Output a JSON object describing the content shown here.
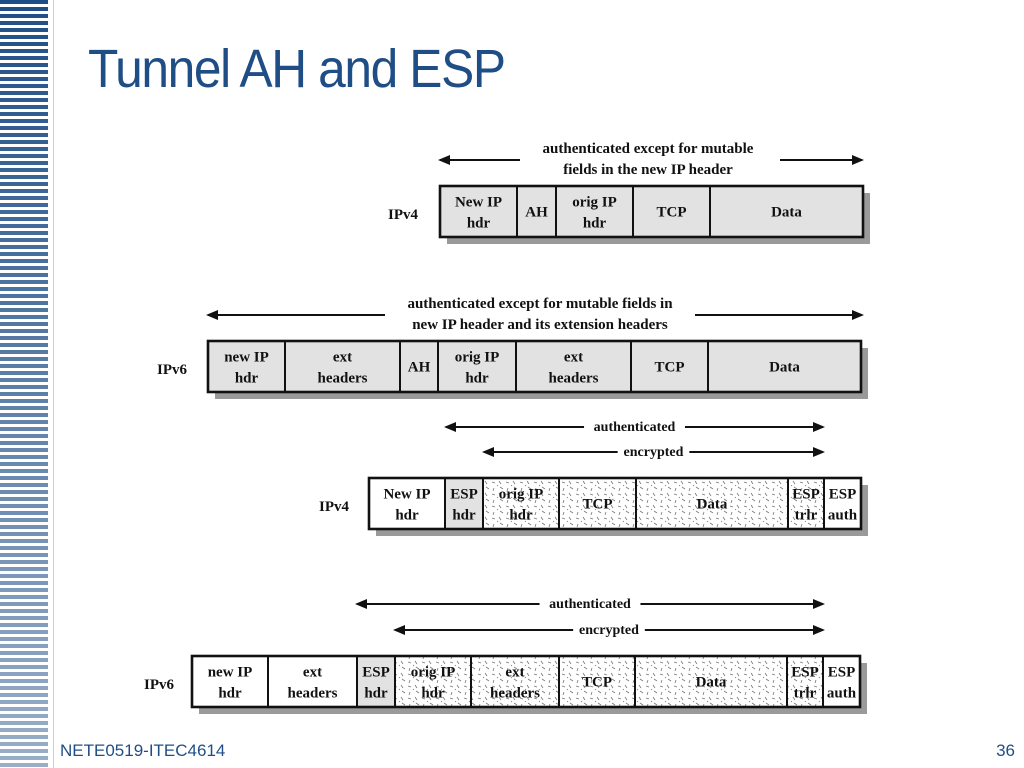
{
  "slide": {
    "title": "Tunnel AH and ESP",
    "footer_left": "NETE0519-ITEC4614",
    "page_number": "36"
  },
  "diagram": {
    "ah_ipv4": {
      "row_label": "IPv4",
      "span_label": [
        "authenticated except for mutable",
        "fields in the new IP header"
      ],
      "fields": [
        [
          "New IP",
          "hdr"
        ],
        [
          "AH"
        ],
        [
          "orig IP",
          "hdr"
        ],
        [
          "TCP"
        ],
        [
          "Data"
        ]
      ]
    },
    "ah_ipv6": {
      "row_label": "IPv6",
      "span_label": [
        "authenticated except for mutable fields in",
        "new IP header and its extension headers"
      ],
      "fields": [
        [
          "new IP",
          "hdr"
        ],
        [
          "ext",
          "headers"
        ],
        [
          "AH"
        ],
        [
          "orig IP",
          "hdr"
        ],
        [
          "ext",
          "headers"
        ],
        [
          "TCP"
        ],
        [
          "Data"
        ]
      ]
    },
    "esp_ipv4": {
      "row_label": "IPv4",
      "authenticated_label": "authenticated",
      "encrypted_label": "encrypted",
      "fields": [
        [
          "New IP",
          "hdr"
        ],
        [
          "ESP",
          "hdr"
        ],
        [
          "orig IP",
          "hdr"
        ],
        [
          "TCP"
        ],
        [
          "Data"
        ],
        [
          "ESP",
          "trlr"
        ],
        [
          "ESP",
          "auth"
        ]
      ]
    },
    "esp_ipv6": {
      "row_label": "IPv6",
      "authenticated_label": "authenticated",
      "encrypted_label": "encrypted",
      "fields": [
        [
          "new IP",
          "hdr"
        ],
        [
          "ext",
          "headers"
        ],
        [
          "ESP",
          "hdr"
        ],
        [
          "orig IP",
          "hdr"
        ],
        [
          "ext",
          "headers"
        ],
        [
          "TCP"
        ],
        [
          "Data"
        ],
        [
          "ESP",
          "trlr"
        ],
        [
          "ESP",
          "auth"
        ]
      ]
    },
    "colors": {
      "title": "#1f4e86",
      "field_fill": "#e2e2e2",
      "shadow": "#9a9a9a",
      "stripe": "#1f4e86"
    }
  }
}
